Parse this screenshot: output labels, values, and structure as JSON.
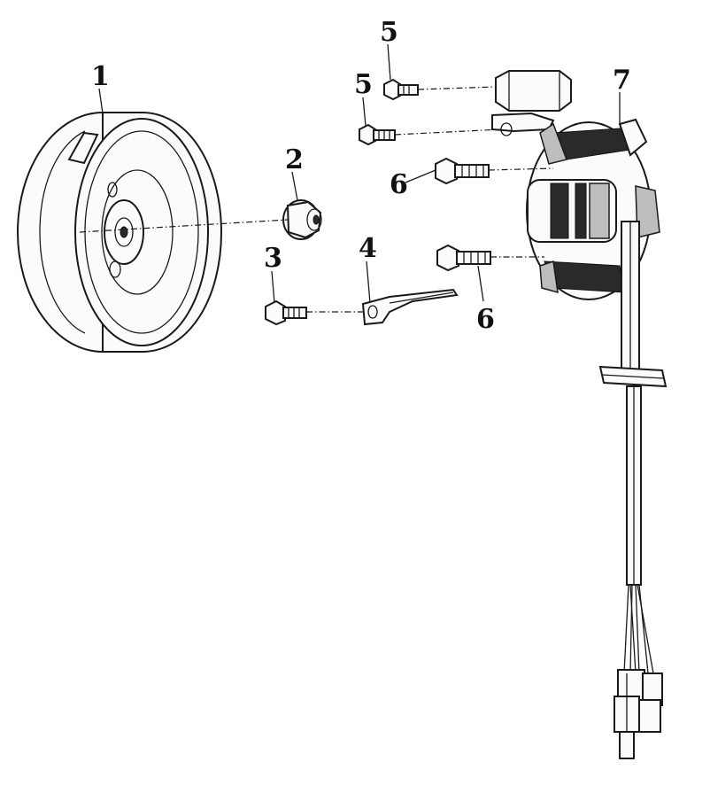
{
  "diagram": {
    "callouts": [
      {
        "id": "flywheel",
        "text": "1"
      },
      {
        "id": "flange-nut",
        "text": "2"
      },
      {
        "id": "bolt-bracket",
        "text": "3"
      },
      {
        "id": "bracket",
        "text": "4"
      },
      {
        "id": "bolt-upper-a",
        "text": "5"
      },
      {
        "id": "bolt-upper-b",
        "text": "5"
      },
      {
        "id": "bolt-stator-upper",
        "text": "6"
      },
      {
        "id": "bolt-stator-lower",
        "text": "6"
      },
      {
        "id": "stator-assembly",
        "text": "7"
      }
    ]
  }
}
